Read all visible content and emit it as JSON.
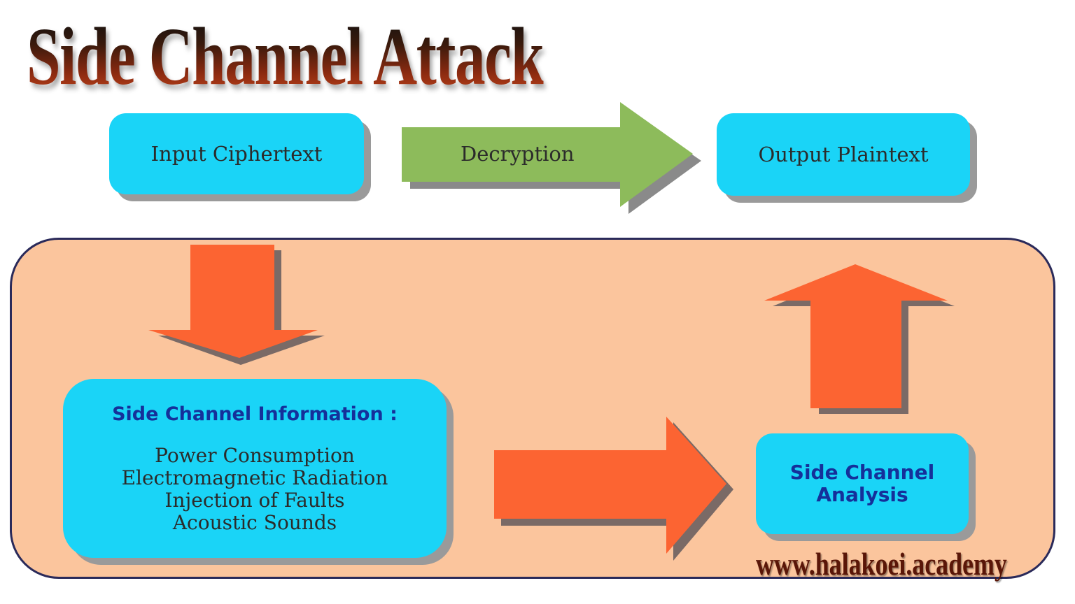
{
  "title": "Side Channel Attack",
  "nodes": {
    "input": "Input Ciphertext",
    "decryption": "Decryption",
    "output": "Output Plaintext",
    "info_title": "Side Channel Information :",
    "info_items": [
      "Power Consumption",
      "Electromagnetic Radiation",
      "Injection of Faults",
      "Acoustic Sounds"
    ],
    "analysis_line1": "Side Channel",
    "analysis_line2": "Analysis"
  },
  "watermark": "www.halakoei.academy",
  "colors": {
    "box": "#1ad4f7",
    "panel": "#fbc59d",
    "orange_arrow": "#fc6432",
    "green_arrow": "#8dbb5b",
    "heading_blue": "#15309a"
  }
}
